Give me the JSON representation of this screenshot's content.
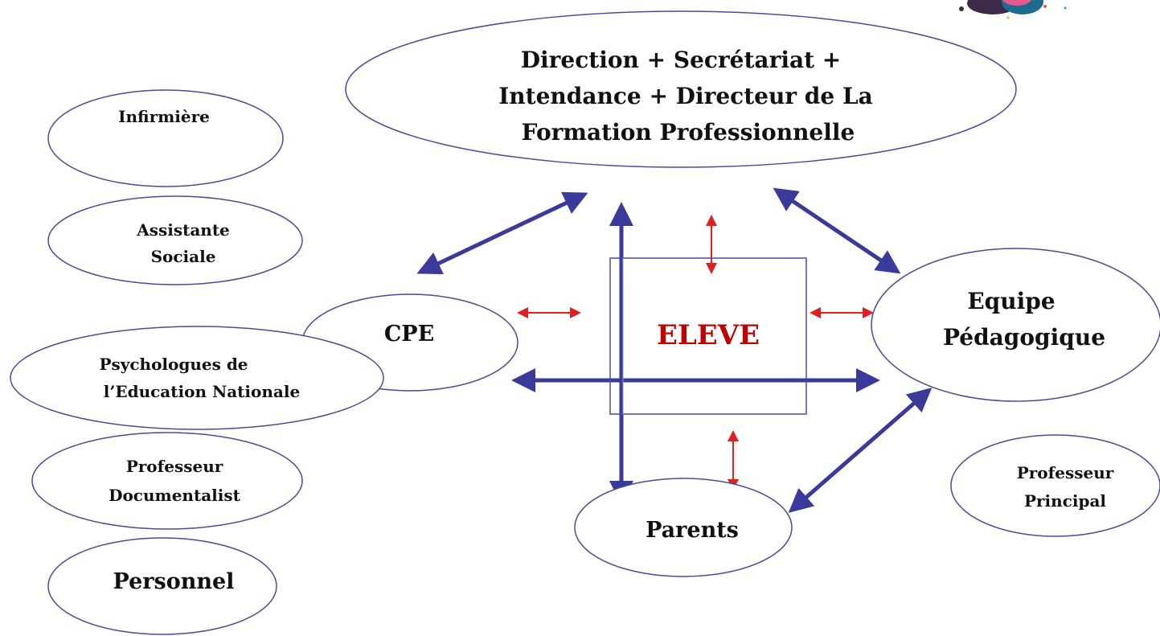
{
  "colors": {
    "background": "#ffffff",
    "ellipse_stroke": "#4a4a9a",
    "ellipse_fill": "#ffffff",
    "big_arrow": "#3a3a9a",
    "small_arrow": "#e02020",
    "center_text": "#c00000",
    "text": "#111111"
  },
  "nodes": {
    "direction": [
      "Direction + Secrétariat +",
      "Intendance + Directeur de La",
      "Formation Professionnelle"
    ],
    "infirmiere": [
      "Infirmière"
    ],
    "assistante": [
      "Assistante",
      "Sociale"
    ],
    "cpe": [
      "CPE"
    ],
    "psychologues": [
      "Psychologues de",
      "l’Education Nationale"
    ],
    "professeur_doc": [
      "Professeur",
      "Documentalist"
    ],
    "personnel": [
      "Personnel"
    ],
    "eleve": [
      "ELEVE"
    ],
    "equipe": [
      "Equipe",
      "Pédagogique"
    ],
    "professeur_principal": [
      "Professeur",
      "Principal"
    ],
    "parents": [
      "Parents"
    ]
  },
  "logo": {
    "icon": "colorful-logo-icon"
  }
}
